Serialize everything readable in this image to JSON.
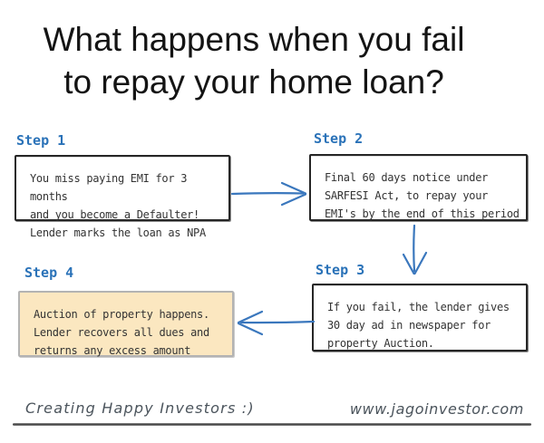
{
  "title": {
    "line1": "What happens when you fail",
    "line2": "to repay your home loan?"
  },
  "steps": [
    {
      "label": "Step 1",
      "text": "You miss paying EMI for 3 months\nand you become a Defaulter!\nLender marks the loan as NPA",
      "highlighted": false
    },
    {
      "label": "Step 2",
      "text": "Final 60 days notice under\nSARFESI Act, to repay your\nEMI's by the end of this period",
      "highlighted": false
    },
    {
      "label": "Step 3",
      "text": "If you fail, the lender gives\n30 day ad in newspaper for\nproperty Auction.",
      "highlighted": false
    },
    {
      "label": "Step 4",
      "text": "Auction of property happens.\nLender recovers all dues and\nreturns any excess amount",
      "highlighted": true
    }
  ],
  "arrows": [
    {
      "name": "right-arrow-icon",
      "from": "Step 1",
      "to": "Step 2",
      "direction": "right"
    },
    {
      "name": "down-arrow-icon",
      "from": "Step 2",
      "to": "Step 3",
      "direction": "down"
    },
    {
      "name": "left-arrow-icon",
      "from": "Step 3",
      "to": "Step 4",
      "direction": "left"
    }
  ],
  "footer": {
    "left": "Creating Happy Investors :)",
    "right": "www.jagoinvestor.com"
  },
  "colors": {
    "accent_blue": "#2a72b8",
    "arrow_blue": "#3a77bd",
    "box_border": "#262626",
    "highlight_fill": "#fbe7c0",
    "highlight_border": "#b3b3b3",
    "box_text": "#333333",
    "title_text": "#141414",
    "footer_text": "#4b545c",
    "rule_color": "#4c4c4c"
  }
}
